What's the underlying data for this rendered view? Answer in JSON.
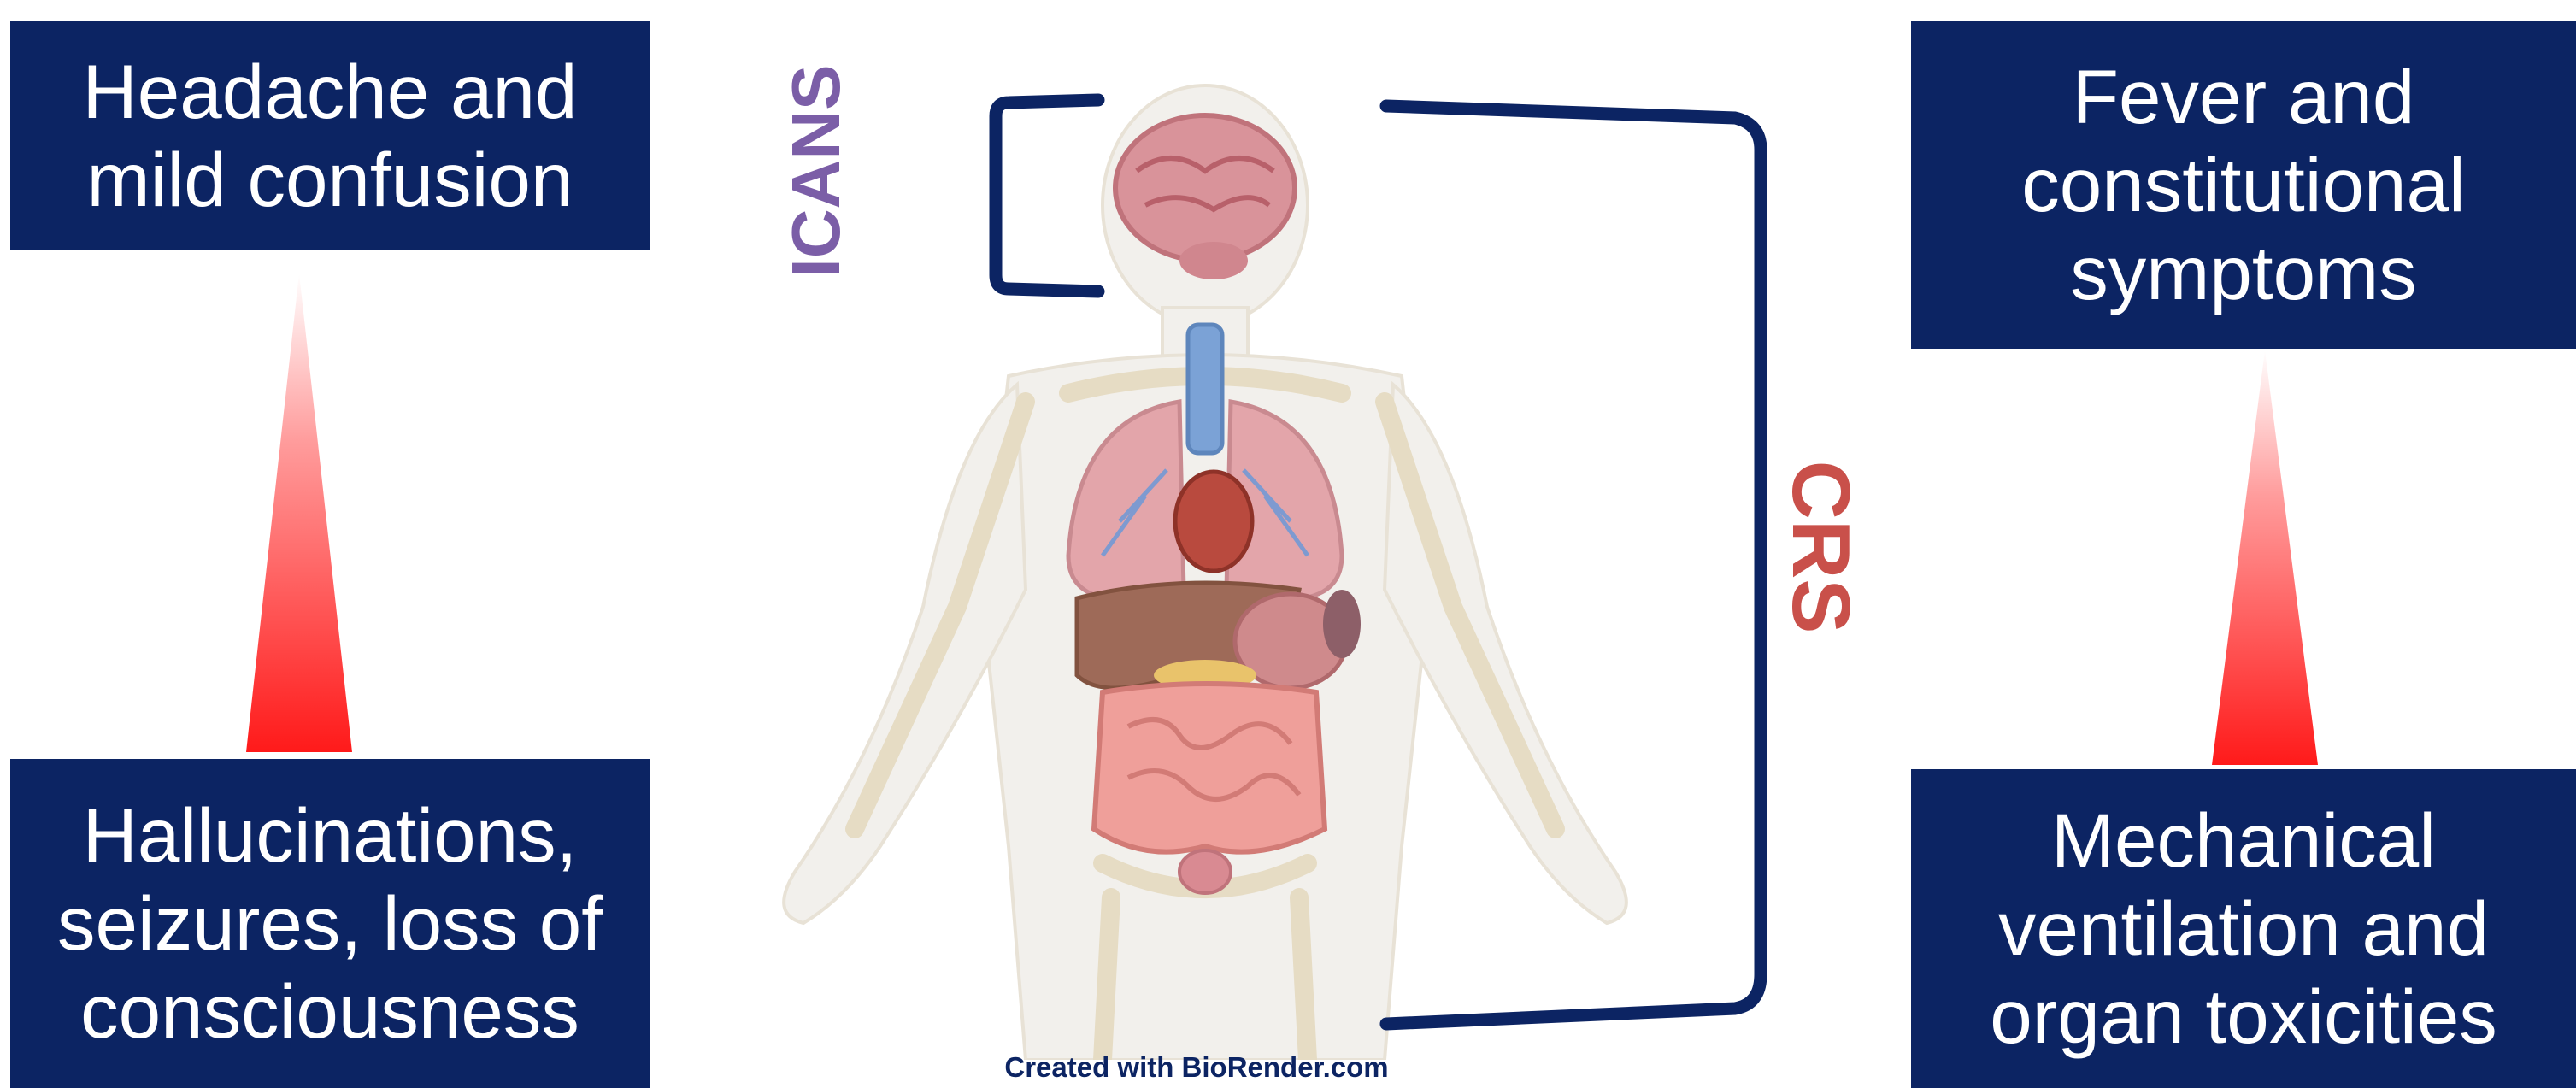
{
  "boxes": {
    "top_left": "Headache and\nmild confusion",
    "bottom_left": "Hallucinations,\nseizures, loss of\nconsciousness",
    "top_right": "Fever and\nconstitutional\nsymptoms",
    "bottom_right": "Mechanical\nventilation and\norgan toxicities"
  },
  "labels": {
    "icans": "ICANS",
    "crs": "CRS"
  },
  "credit": "Created with BioRender.com",
  "colors": {
    "box_fill": "#0c2463",
    "box_text": "#ffffff",
    "icans": "#7b5ea7",
    "crs": "#c9504a",
    "bracket": "#0c2463",
    "arrow_top": "#ffffff",
    "arrow_bottom": "#ff1a1a"
  },
  "icons": {
    "figure": "human-anatomy-figure",
    "arrows": "severity-gradient-arrow"
  }
}
